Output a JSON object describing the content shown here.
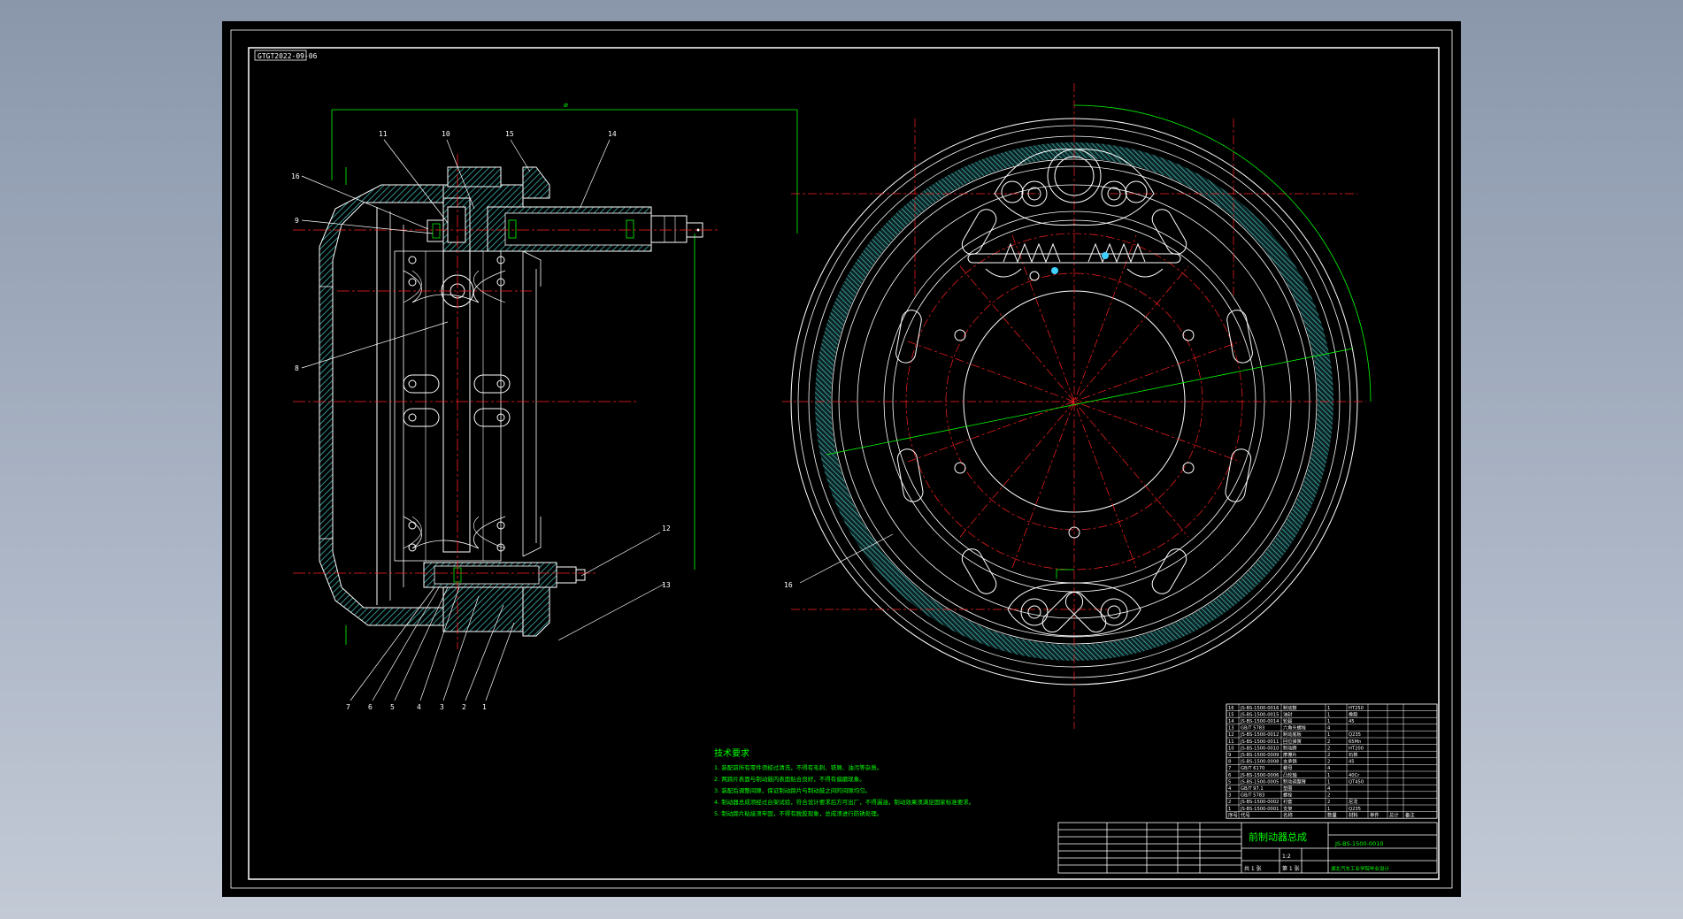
{
  "sheet_code": "GTGT2022-09-06",
  "drawing_title": "前制动器总成",
  "drawing_number": "JS-BS-1500-0010",
  "school": "湖北汽车工业学院毕业设计",
  "part_numbers": [
    "1",
    "2",
    "3",
    "4",
    "5",
    "6",
    "7",
    "8",
    "9",
    "10",
    "11",
    "12",
    "13",
    "14",
    "15",
    "16"
  ],
  "tech_req": {
    "title": "技术要求",
    "lines": [
      "1. 装配前所有零件须经过清洗，不得有毛刺、铁屑、油污等杂质。",
      "2. 两蹄片表面与制动鼓内表面贴合良好，不得有偏磨现象。",
      "3. 装配后调整间隙，保证制动蹄片与制动鼓之间的间隙均匀。",
      "4. 制动器总成须经过台架试验，符合设计要求后方可出厂，不得漏油，制动效果须满足国家标准要求。",
      "5. 制动蹄片粘接须牢固，不得有脱胶现象，总成须进行防锈处理。"
    ]
  },
  "bom_header": [
    "序号",
    "代号",
    "名称",
    "数量",
    "材料",
    "单件",
    "总计",
    "备注"
  ],
  "bom_rows": [
    [
      "16",
      "JS-BS-1500-0016",
      "制动鼓",
      "1",
      "HT250"
    ],
    [
      "15",
      "JS-BS-1500-0015",
      "油封",
      "1",
      "橡胶"
    ],
    [
      "14",
      "JS-BS-1500-0014",
      "轮毂",
      "1",
      "45"
    ],
    [
      "13",
      "GB/T 5783",
      "六角头螺栓",
      "4",
      ""
    ],
    [
      "12",
      "JS-BS-1500-0012",
      "制动底板",
      "1",
      "Q235"
    ],
    [
      "11",
      "JS-BS-1500-0011",
      "回位弹簧",
      "2",
      "65Mn"
    ],
    [
      "10",
      "JS-BS-1500-0010",
      "制动蹄",
      "2",
      "HT200"
    ],
    [
      "9",
      "JS-BS-1500-0009",
      "摩擦片",
      "2",
      "石棉"
    ],
    [
      "8",
      "JS-BS-1500-0008",
      "支承销",
      "2",
      "45"
    ],
    [
      "7",
      "GB/T 6170",
      "螺母",
      "4",
      ""
    ],
    [
      "6",
      "JS-BS-1500-0006",
      "凸轮轴",
      "1",
      "40Cr"
    ],
    [
      "5",
      "JS-BS-1500-0005",
      "制动调整臂",
      "1",
      "QT450"
    ],
    [
      "4",
      "GB/T 97.1",
      "垫圈",
      "4",
      ""
    ],
    [
      "3",
      "GB/T 5783",
      "螺栓",
      "2",
      ""
    ],
    [
      "2",
      "JS-BS-1500-0002",
      "衬套",
      "2",
      "尼龙"
    ],
    [
      "1",
      "JS-BS-1500-0001",
      "支架",
      "1",
      "Q235"
    ]
  ],
  "scale": "1:2",
  "sheet_count": "共 1 张",
  "sheet_no": "第 1 张"
}
